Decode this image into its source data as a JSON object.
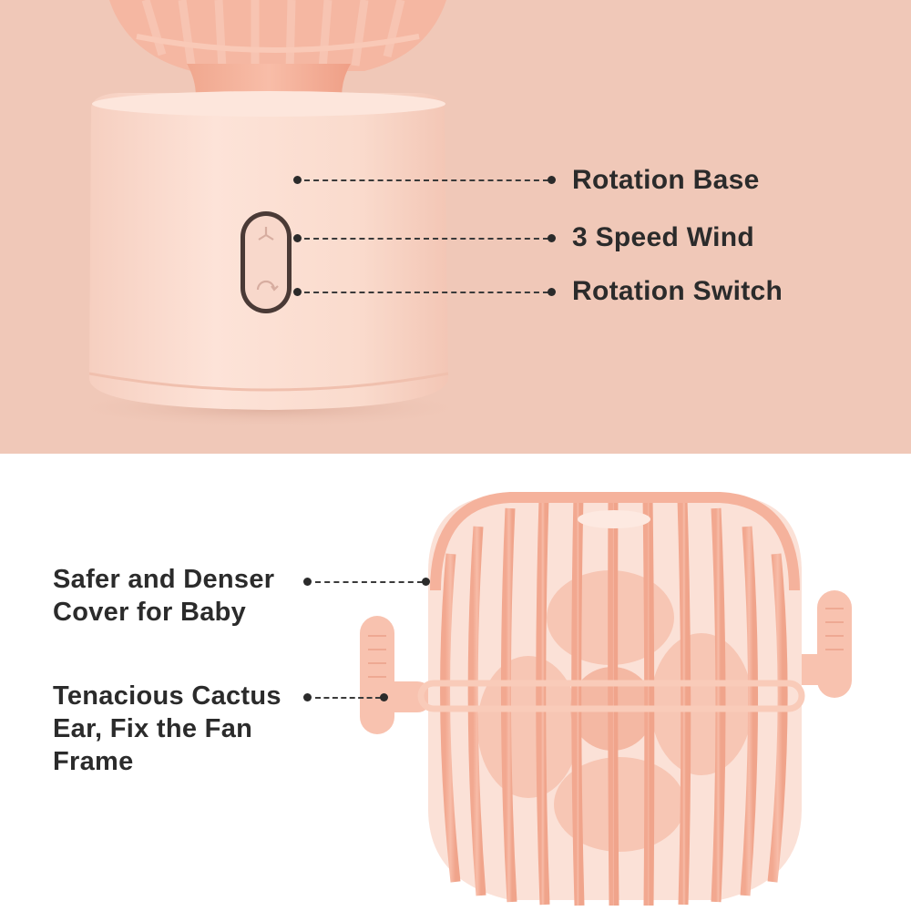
{
  "callouts_top": [
    {
      "label": "Rotation Base"
    },
    {
      "label": "3 Speed Wind"
    },
    {
      "label": "Rotation Switch"
    }
  ],
  "callouts_bottom": [
    {
      "lines": [
        "Safer and Denser",
        "Cover for Baby"
      ]
    },
    {
      "lines": [
        "Tenacious Cactus",
        "Ear, Fix the Fan",
        "Frame"
      ]
    }
  ],
  "colors": {
    "top_background": "#f0c8b8",
    "bottom_background": "#ffffff",
    "fan_body": "#f9d6c8",
    "fan_cage": "#f4b49e",
    "text": "#2b2b2b"
  }
}
